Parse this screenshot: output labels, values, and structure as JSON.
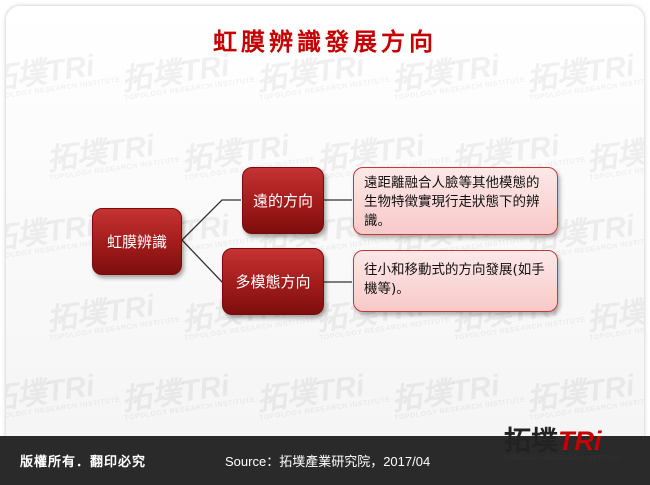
{
  "title": "虹膜辨識發展方向",
  "root": {
    "label": "虹膜辨識"
  },
  "branches": [
    {
      "label": "遠的方向",
      "desc": "遠距離融合人臉等其他模態的生物特徵實現行走狀態下的辨識。"
    },
    {
      "label": "多模態方向",
      "desc": "往小和移動式的方向發展(如手機等)。"
    }
  ],
  "watermark": {
    "brand": "拓墣TRi",
    "sub": "TOPOLOGY RESEARCH INSTITUTE"
  },
  "footer": {
    "copyright": "版權所有．翻印必究",
    "source": "Source：拓墣產業研究院，2017/04",
    "logo_cn": "拓墣",
    "logo_en": "TRi",
    "logo_sub": "TOPOLOGY RESEARCH INSTITUTE"
  },
  "colors": {
    "title": "#c40000",
    "node": "#a11b1b",
    "desc_bg": "#f8c9c9",
    "footer": "#2a2a2a"
  }
}
